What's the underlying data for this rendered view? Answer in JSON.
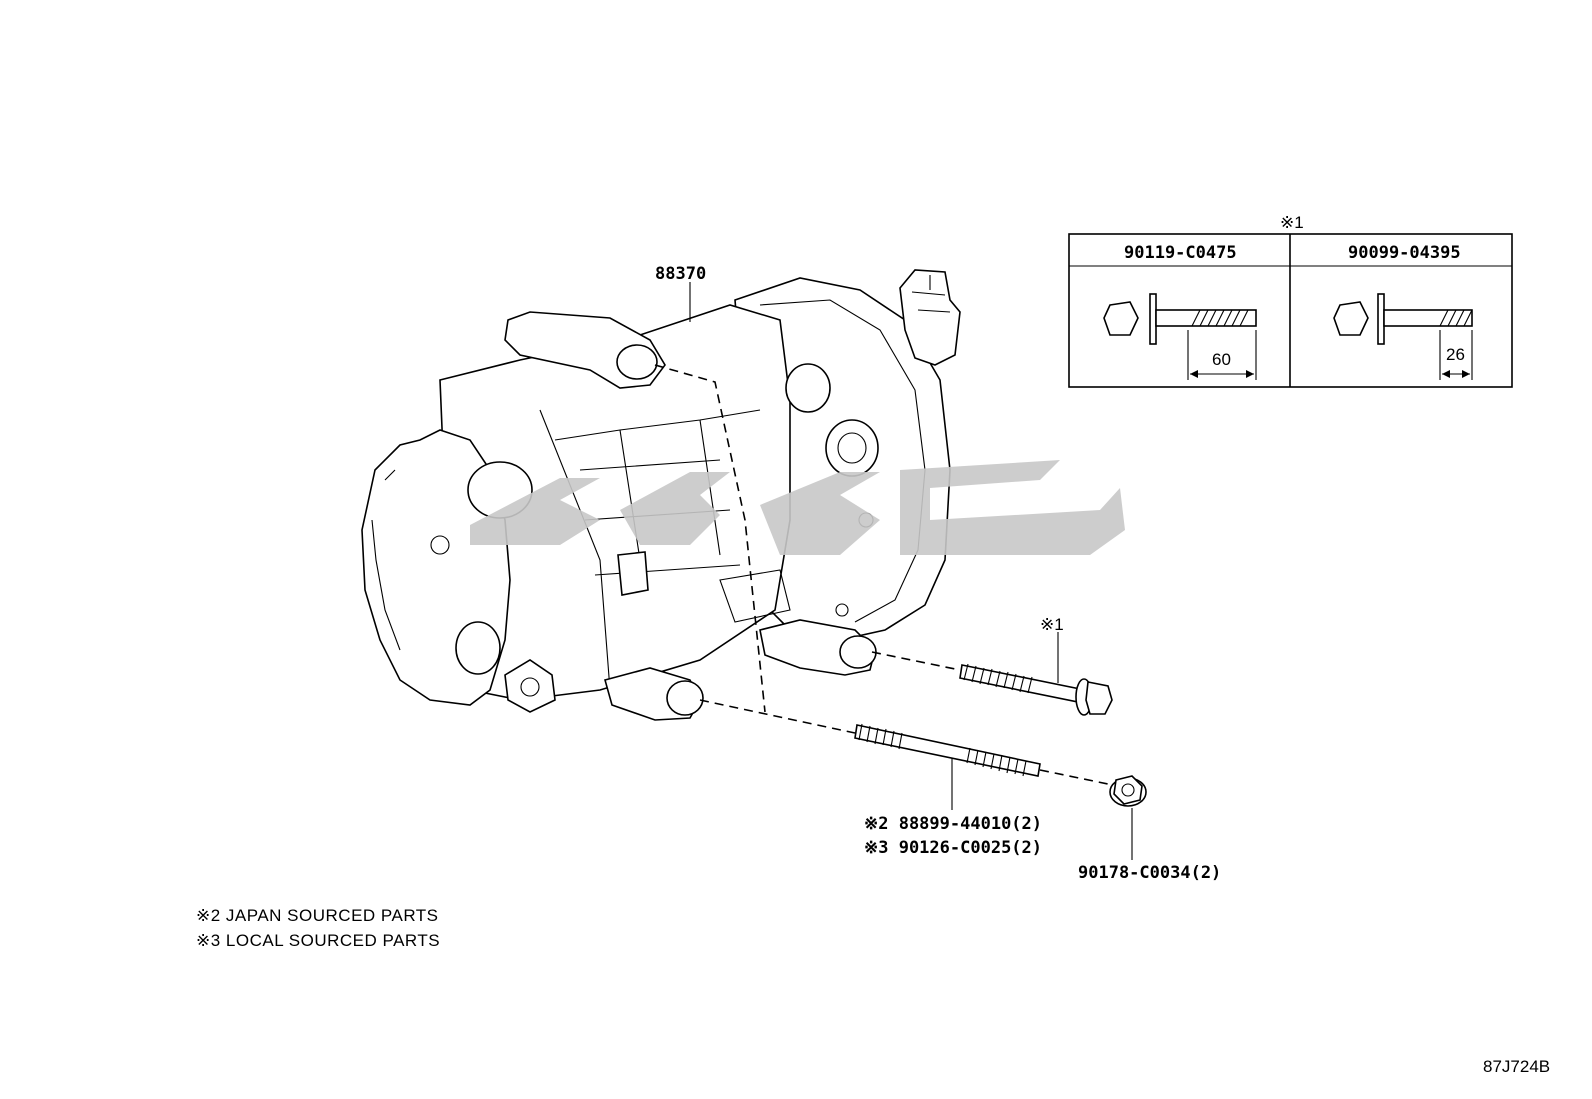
{
  "main_part": {
    "number": "88370"
  },
  "callouts": {
    "bolt_ref": "※1",
    "stud_lines": [
      "※2 88899-44010(2)",
      "※3 90126-C0025(2)"
    ],
    "nut": "90178-C0034(2)"
  },
  "bolt_table": {
    "ref_mark": "※1",
    "columns": [
      {
        "part_no": "90119-C0475",
        "length": "60"
      },
      {
        "part_no": "90099-04395",
        "length": "26"
      }
    ]
  },
  "notes": [
    "※2 JAPAN SOURCED PARTS",
    "※3 LOCAL SOURCED PARTS"
  ],
  "diagram_code": "87J724B",
  "colors": {
    "line": "#000000",
    "watermark": "#c8c8c8",
    "background": "#ffffff"
  }
}
